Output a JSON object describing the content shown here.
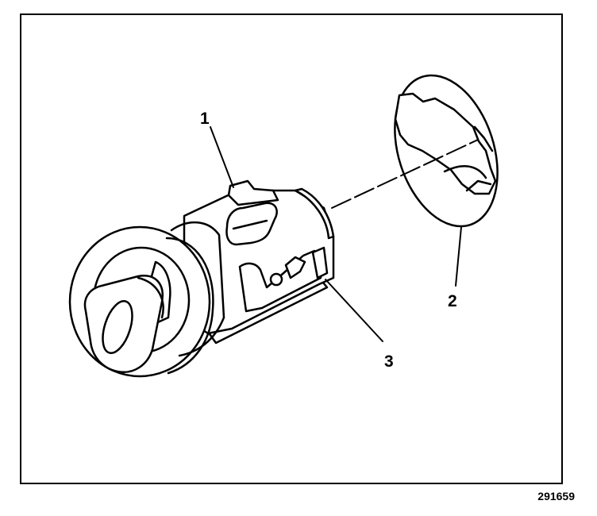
{
  "callouts": [
    {
      "id": "1",
      "label": "1"
    },
    {
      "id": "2",
      "label": "2"
    },
    {
      "id": "3",
      "label": "3"
    }
  ],
  "figure_id": "291659",
  "colors": {
    "line": "#000000",
    "fill": "#ffffff"
  }
}
